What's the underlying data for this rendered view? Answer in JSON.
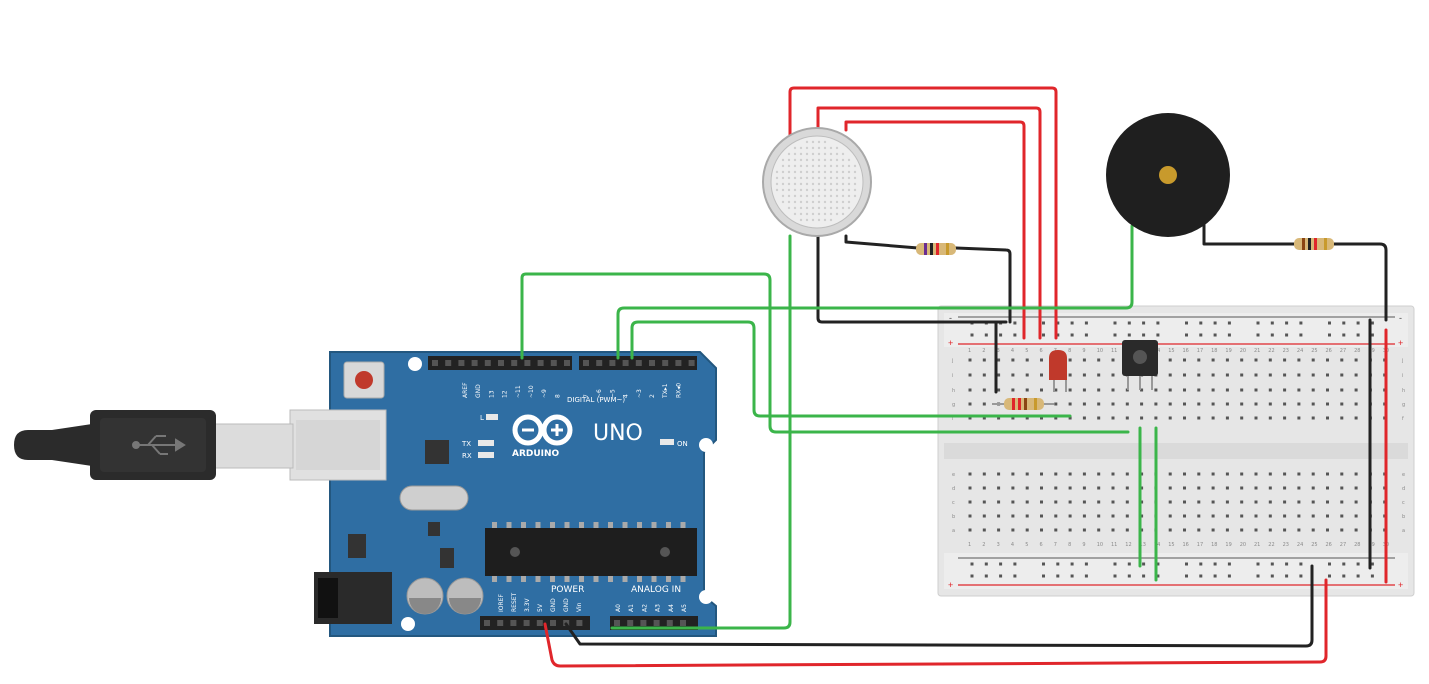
{
  "board": {
    "name": "UNO",
    "brand": "ARDUINO",
    "digital_label": "DIGITAL (PWM~)",
    "power_label": "POWER",
    "analog_label": "ANALOG IN",
    "on_label": "ON",
    "l_label": "L",
    "tx_label": "TX",
    "rx_label": "RX",
    "digital_pins": [
      "AREF",
      "GND",
      "13",
      "12",
      "~11",
      "~10",
      "~9",
      "8",
      "7",
      "~6",
      "~5",
      "4",
      "~3",
      "2",
      "TX▸1",
      "RX◂0"
    ],
    "power_pins": [
      "IOREF",
      "RESET",
      "3.3V",
      "5V",
      "GND",
      "GND",
      "Vin"
    ],
    "analog_pins": [
      "A0",
      "A1",
      "A2",
      "A3",
      "A4",
      "A5"
    ]
  },
  "breadboard": {
    "columns": 30,
    "row_letters_top": [
      "j",
      "i",
      "h",
      "g",
      "f"
    ],
    "row_letters_bottom": [
      "e",
      "d",
      "c",
      "b",
      "a"
    ],
    "rail_plus": "+",
    "rail_minus": "-"
  },
  "components": {
    "gas_sensor": "gas-sensor",
    "piezo": "piezo-buzzer",
    "led": "red-led",
    "temp_sensor": "temperature-sensor",
    "usb_cable": "usb-cable",
    "resistor_count": 3
  },
  "colors": {
    "board_blue": "#2f6ea3",
    "wire_red": "#e0262b",
    "wire_green": "#3bb54a",
    "wire_black": "#222222",
    "breadboard": "#e9e9e9"
  }
}
